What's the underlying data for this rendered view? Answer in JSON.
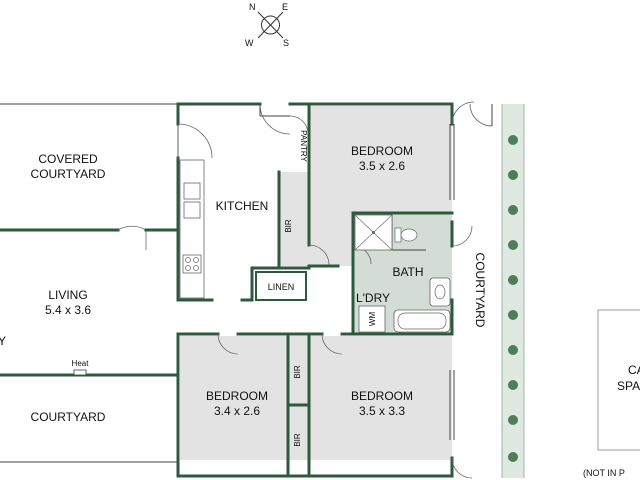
{
  "compass": {
    "n": "N",
    "e": "E",
    "s": "S",
    "w": "W"
  },
  "rooms": {
    "covered_courtyard": {
      "name_line1": "COVERED",
      "name_line2": "COURTYARD"
    },
    "kitchen": {
      "name": "KITCHEN"
    },
    "pantry": {
      "name": "PANTRY"
    },
    "bedroom1": {
      "name": "BEDROOM",
      "dims": "3.5 x 2.6"
    },
    "bir_top": {
      "name": "BIR"
    },
    "bath": {
      "name": "BATH"
    },
    "laundry": {
      "name": "L'DRY"
    },
    "wm": {
      "name": "WM"
    },
    "linen": {
      "name": "LINEN"
    },
    "living": {
      "name": "LIVING",
      "dims": "5.4 x 3.6"
    },
    "heat": {
      "name": "Heat"
    },
    "courtyard_left": {
      "name": "COURTYARD"
    },
    "bedroom2": {
      "name": "BEDROOM",
      "dims": "3.4 x 2.6"
    },
    "bir_mid": {
      "name": "BIR"
    },
    "bir_low": {
      "name": "BIR"
    },
    "bedroom3": {
      "name": "BEDROOM",
      "dims": "3.5 x 3.3"
    },
    "courtyard_right": {
      "name": "COURTYARD"
    },
    "carport": {
      "name_line1": "CA",
      "name_line2": "SPA"
    },
    "not_in_plan": {
      "text": "(NOT IN P"
    },
    "cut_y": {
      "text": "Y"
    }
  },
  "colors": {
    "wall": "#2d5a3d",
    "room_fill": "#e3e3e3",
    "wet_fill": "#d4dcd6",
    "tree": "#4e7d5a"
  }
}
